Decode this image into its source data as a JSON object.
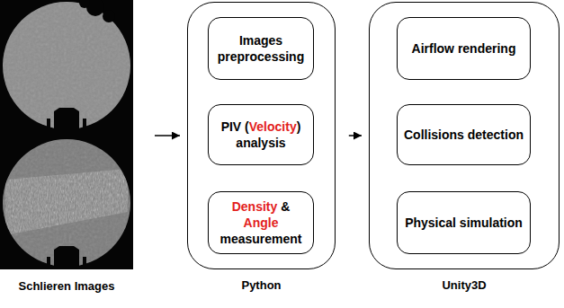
{
  "diagram": {
    "nodes": [
      {
        "text": [
          "Schlieren Images"
        ]
      },
      {
        "text": [
          "Python"
        ]
      },
      {
        "text": [
          "Images preprocessing"
        ],
        "in": 1
      },
      {
        "text": [
          "PIV (Velocity) analysis"
        ],
        "in": 1
      },
      {
        "text": [
          "Density & Angle measurement"
        ],
        "in": 1
      },
      {
        "text": [
          "Unity3D"
        ]
      },
      {
        "text": [
          "Airflow rendering"
        ],
        "in": 5
      },
      {
        "text": [
          "Collisions detection"
        ],
        "in": 5
      },
      {
        "text": [
          "Physical simulation"
        ],
        "in": 5
      }
    ],
    "edges": [
      {
        "from": 0,
        "to": 1,
        "arrow": "to"
      },
      {
        "from": 1,
        "to": 5,
        "arrow": "to"
      }
    ]
  }
}
